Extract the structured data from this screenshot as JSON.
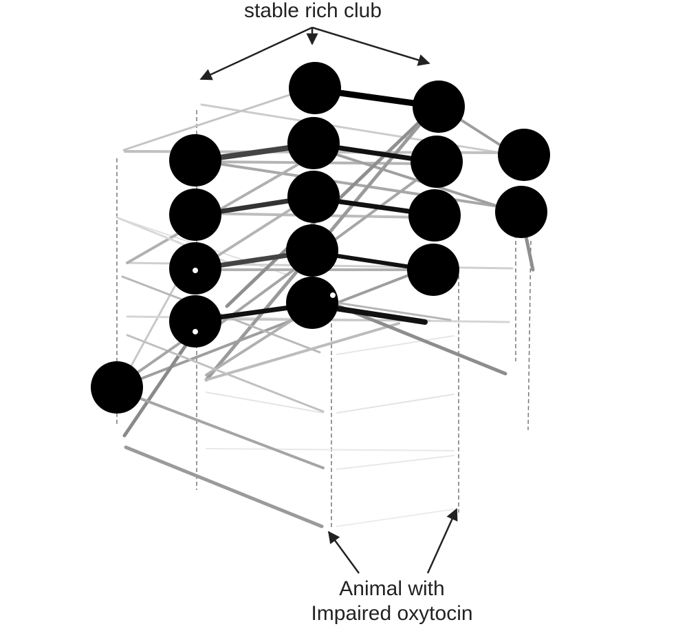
{
  "annotations": {
    "top": "stable rich club",
    "bottom_line1": "Animal with",
    "bottom_line2": "Impaired oxytocin"
  },
  "colors": {
    "node": "#000000",
    "arrow": "#222222",
    "text": "#222222",
    "background": "#ffffff"
  }
}
